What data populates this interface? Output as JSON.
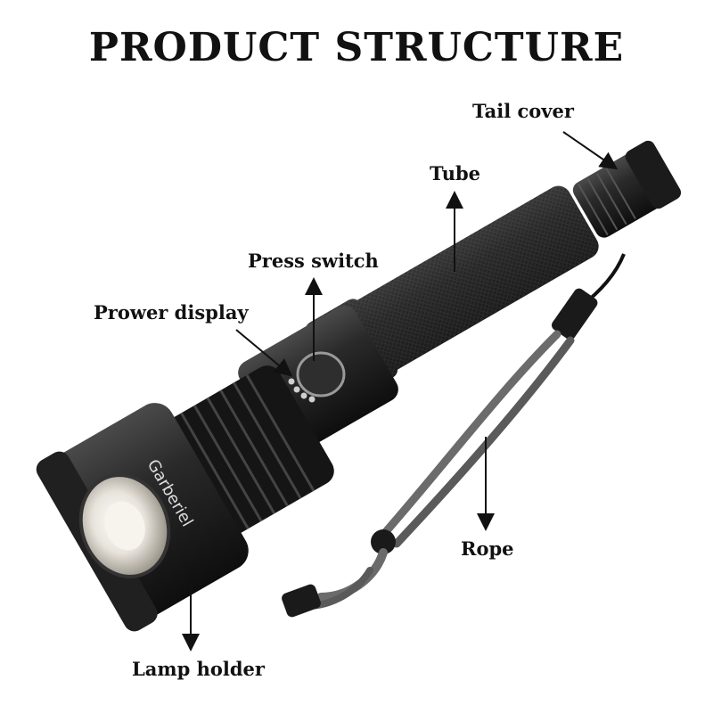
{
  "title": "PRODUCT STRUCTURE",
  "labels": {
    "tail_cover": "Tail cover",
    "tube": "Tube",
    "press_switch": "Press switch",
    "power_display": "Prower display",
    "rope": "Rope",
    "lamp_holder": "Lamp holder"
  },
  "brand_mark": "Garberiel",
  "colors": {
    "background": "#ffffff",
    "text": "#111111",
    "body": "#1a1a1a",
    "rope": "#6b6b6b",
    "lens": "#e8e4dc"
  }
}
